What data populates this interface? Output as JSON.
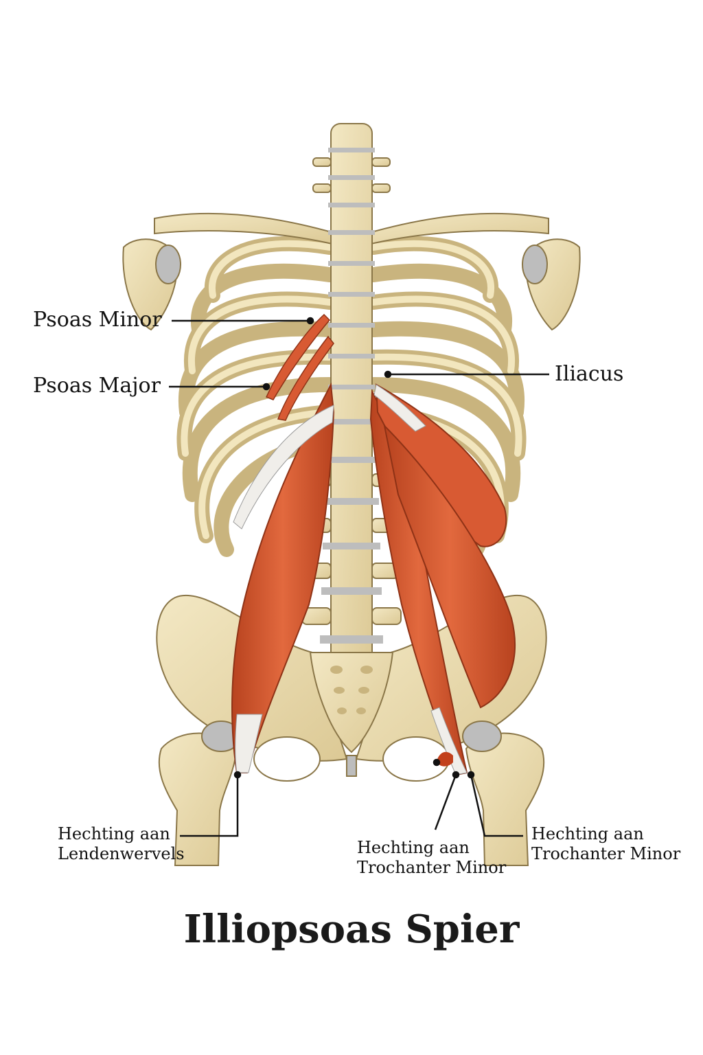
{
  "title": "Illiopsoas Spier",
  "labels": {
    "psoas_minor": "Psoas Minor",
    "psoas_major": "Psoas Major",
    "iliacus": "Iliacus",
    "lumbar_attach": {
      "line1": "Hechting aan",
      "line2": "Lendenwervels"
    },
    "trochanter_attach_center": {
      "line1": "Hechting aan",
      "line2": "Trochanter Minor"
    },
    "trochanter_attach_right": {
      "line1": "Hechting aan",
      "line2": "Trochanter Minor"
    }
  },
  "colors": {
    "bone": "#EBDDB0",
    "bone_outline": "#8A7648",
    "cartilage": "#BDBDBD",
    "muscle": "#D85A33",
    "muscle_dark": "#A83A1C",
    "tendon": "#F0EEEA",
    "leader_line": "#111111"
  }
}
